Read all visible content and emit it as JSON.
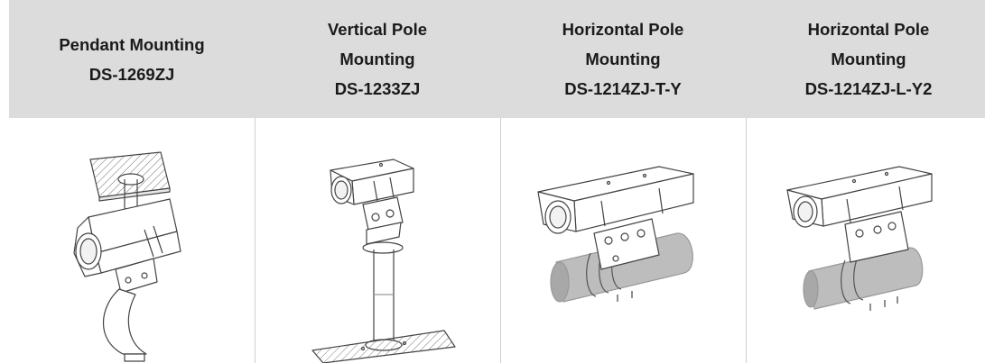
{
  "columns": [
    {
      "lines": [
        "Pendant Mounting",
        "DS-1269ZJ"
      ],
      "image": "pendant-mount-bracket-drawing"
    },
    {
      "lines": [
        "Vertical Pole",
        "Mounting",
        "DS-1233ZJ"
      ],
      "image": "vertical-pole-mount-drawing"
    },
    {
      "lines": [
        "Horizontal Pole",
        "Mounting",
        "DS-1214ZJ-T-Y"
      ],
      "image": "horizontal-pole-mount-drawing"
    },
    {
      "lines": [
        "Horizontal Pole",
        "Mounting",
        "DS-1214ZJ-L-Y2"
      ],
      "image": "horizontal-pole-mount-drawing"
    }
  ],
  "colors": {
    "header_bg": "#dcdcdc",
    "grid": "#cfcfcf",
    "line_art": "#444444"
  }
}
